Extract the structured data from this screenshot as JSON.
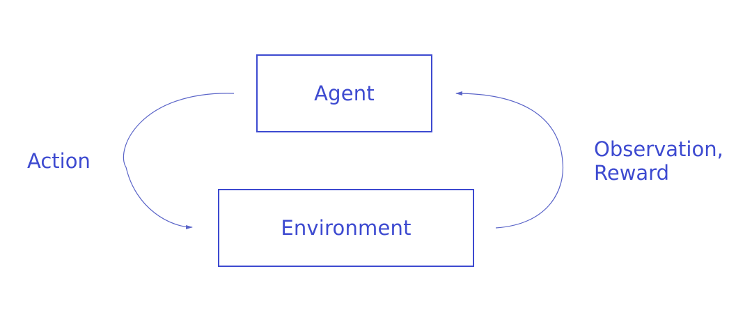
{
  "diagram": {
    "nodes": {
      "agent": "Agent",
      "environment": "Environment"
    },
    "edges": {
      "action": "Action",
      "observation_reward": [
        "Observation,",
        "Reward"
      ]
    },
    "colors": {
      "box_stroke": "#3d4ad0",
      "text": "#3d4ad0",
      "arrow": "#5a64c8"
    }
  }
}
